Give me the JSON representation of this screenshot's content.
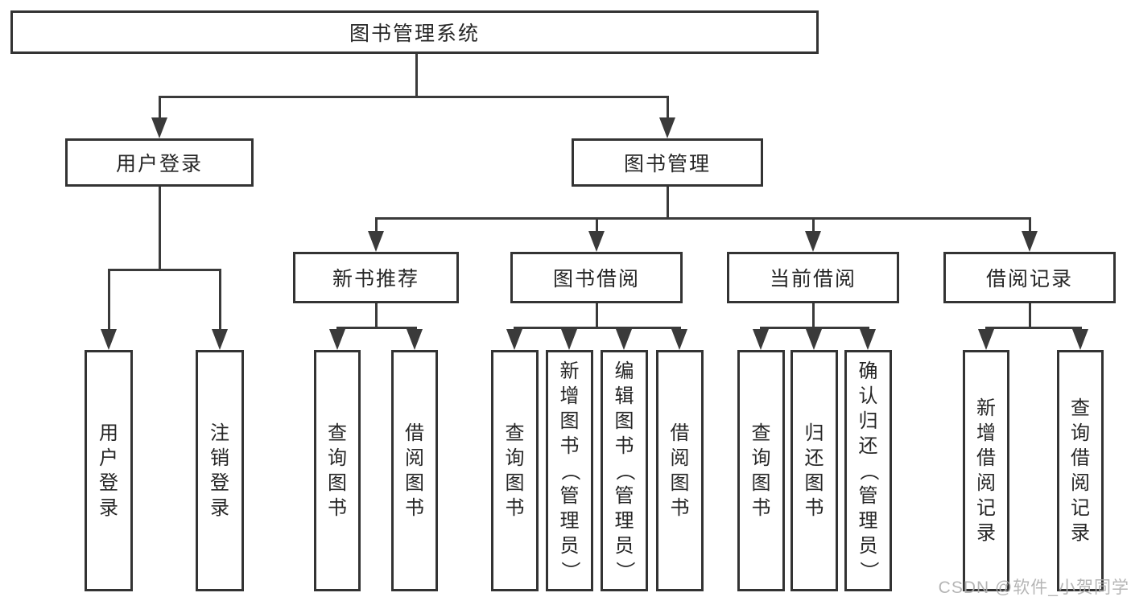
{
  "colors": {
    "line": "#3a3a3a",
    "box_border": "#333333",
    "text": "#262626",
    "watermark": "#aeaeae",
    "background": "#ffffff"
  },
  "root": {
    "label": "图书管理系统"
  },
  "level2": {
    "user_login": {
      "label": "用户登录"
    },
    "book_mgmt": {
      "label": "图书管理"
    }
  },
  "level3": {
    "new_book": {
      "label": "新书推荐"
    },
    "book_borrow": {
      "label": "图书借阅"
    },
    "current_borrow": {
      "label": "当前借阅"
    },
    "borrow_record": {
      "label": "借阅记录"
    }
  },
  "leaves": {
    "user_login": [
      "用户登录",
      "注销登录"
    ],
    "new_book": [
      "查询图书",
      "借阅图书"
    ],
    "book_borrow": [
      "查询图书",
      "新增图书（管理员）",
      "编辑图书（管理员）",
      "借阅图书"
    ],
    "current_borrow": [
      "查询图书",
      "归还图书",
      "确认归还（管理员）"
    ],
    "borrow_record": [
      "新增借阅记录",
      "查询借阅记录"
    ]
  },
  "watermark": "CSDN @软件_小贺同学"
}
